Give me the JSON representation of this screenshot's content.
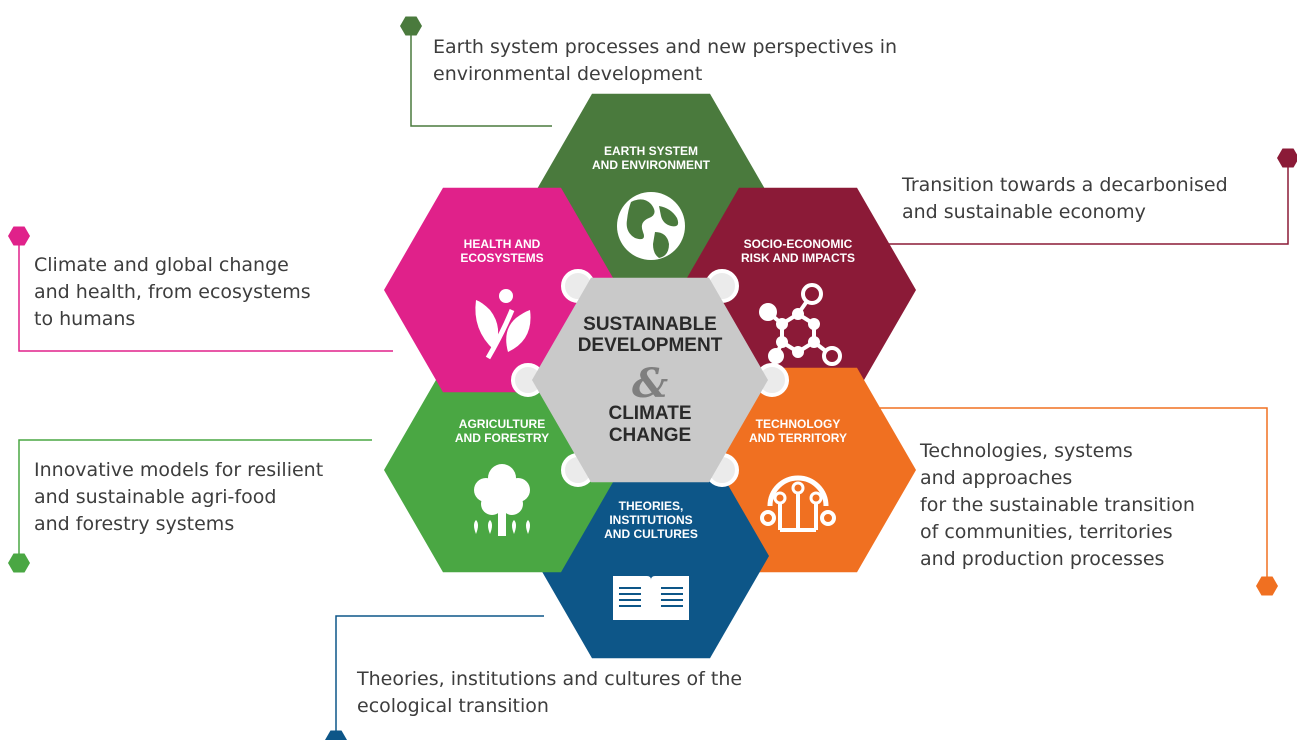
{
  "center": {
    "lines": [
      "SUSTAINABLE",
      "DEVELOPMENT",
      "CLIMATE",
      "CHANGE"
    ],
    "symbol": "&",
    "color": "#c9c9c9"
  },
  "hexagons": [
    {
      "id": "earth",
      "title": [
        "EARTH SYSTEM",
        "AND ENVIRONMENT"
      ],
      "color": "#4a7a3d",
      "icon": "globe-icon",
      "description": [
        "Earth system processes and new perspectives in",
        "environmental development"
      ]
    },
    {
      "id": "socio",
      "title": [
        "SOCIO-ECONOMIC",
        "RISK AND IMPACTS"
      ],
      "color": "#8b1a37",
      "icon": "molecule-network-icon",
      "description": [
        "Transition towards a decarbonised",
        "and sustainable economy"
      ]
    },
    {
      "id": "technology",
      "title": [
        "TECHNOLOGY",
        "AND TERRITORY"
      ],
      "color": "#f07021",
      "icon": "circuit-tree-icon",
      "description": [
        "Technologies, systems",
        "and approaches",
        "for the sustainable transition",
        "of communities, territories",
        "and production processes"
      ]
    },
    {
      "id": "theories",
      "title": [
        "THEORIES,",
        "INSTITUTIONS",
        "AND CULTURES"
      ],
      "color": "#0d5688",
      "icon": "open-book-icon",
      "description": [
        "Theories, institutions and cultures of the",
        "ecological transition"
      ]
    },
    {
      "id": "agriculture",
      "title": [
        "AGRICULTURE",
        "AND FORESTRY"
      ],
      "color": "#4aa743",
      "icon": "tree-icon",
      "description": [
        "Innovative models for resilient",
        "and sustainable agri-food",
        "and forestry systems"
      ]
    },
    {
      "id": "health",
      "title": [
        "HEALTH AND",
        "ECOSYSTEMS"
      ],
      "color": "#e0218a",
      "icon": "person-leaf-icon",
      "description": [
        "Climate and global change",
        "and health, from ecosystems",
        "to humans"
      ]
    }
  ]
}
